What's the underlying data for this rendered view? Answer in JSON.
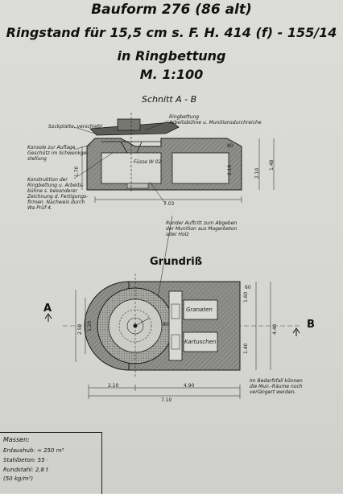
{
  "title": {
    "line1": "Bauform 276 (86 alt)",
    "line2": "Ringstand für 15,5 cm s. F. H. 414 (f) - 155/14",
    "line3": "in Ringbettung",
    "line4": "M. 1:100"
  },
  "section_heading": "Schnitt A - B",
  "plan_heading": "Grundriß",
  "section_labels": {
    "sockplatte": "Sockplatte, verschiebt",
    "ringbettung": "Ringbettung\nArbeitsbühne u. Munitionsdurchreiche",
    "konsole": "Konsole zur Auflage\nGeschütz im Schwenkge-\nstellung",
    "konstruktion": "Konstruktion der\nRingbettung u. Arbeits-\nbühne s. besonderer\nZeichnung d. Fertigungs-\nfirmen. Nachweis durch\nWa Prüf 4.",
    "runder_auftritt": "Runder Auftritt zum Abgeben\nder Munition aus Magerbeton\noder Holz",
    "fuesse": "Füsse W 02"
  },
  "plan_labels": {
    "granaten": "Granaten",
    "kartuschen": "Kartuschen",
    "note": "Im Bedarfsfall können\ndie Mun.-Räume noch\nverlängert werden."
  },
  "section_letters": {
    "a": "A",
    "b": "B"
  },
  "dimensions": {
    "section_width": "7.03",
    "section_height_a": "2.10",
    "section_height_b": "1.48",
    "section_height_c": "1.70",
    "section_height_d": "2.10",
    "section_top": "80",
    "plan_left": "2.10",
    "plan_mid": "4.90",
    "plan_total": "7.10",
    "plan_height": "4.40",
    "plan_inner": "2.50",
    "plan_inner_b": "1.20",
    "plan_inner_c": "1.40",
    "plan_right_a": "1.60",
    "plan_right_b": "60",
    "plan_small": "80"
  },
  "legend": {
    "heading": "Massen:",
    "rows": [
      "Erdaushub:  ≈ 250 m³",
      "Stahlbeton:     55 ·",
      "Rundstahl:      2,8 t",
      "                     (50 kg/m³)"
    ]
  }
}
